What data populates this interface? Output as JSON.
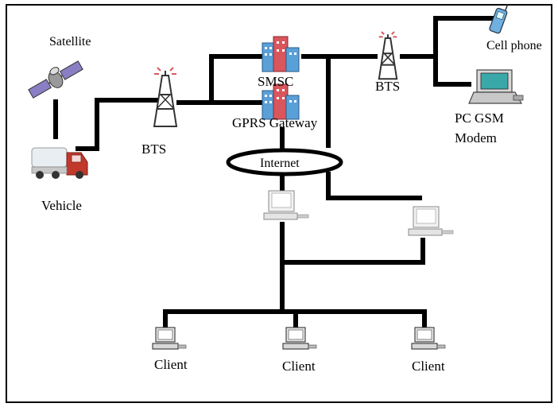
{
  "labels": {
    "satellite": "Satellite",
    "vehicle": "Vehicle",
    "bts_left": "BTS",
    "smsc": "SMSC",
    "gprs_gateway": "GPRS Gateway",
    "internet": "Internet",
    "bts_right": "BTS",
    "cell_phone": "Cell phone",
    "pc_gsm_line1": "PC GSM",
    "pc_gsm_line2": "Modem",
    "client_1": "Client",
    "client_2": "Client",
    "client_3": "Client"
  },
  "colors": {
    "line": "#000000",
    "building": "#5aa0d8",
    "building_accent": "#d8565c",
    "computer": "#c0c0c0",
    "truck": "#c0392b"
  },
  "icons": {
    "satellite": "satellite-icon",
    "vehicle": "truck-icon",
    "tower": "antenna-tower-icon",
    "building": "building-icon",
    "phone": "cell-phone-icon",
    "laptop": "laptop-icon",
    "computer": "desktop-computer-icon"
  }
}
